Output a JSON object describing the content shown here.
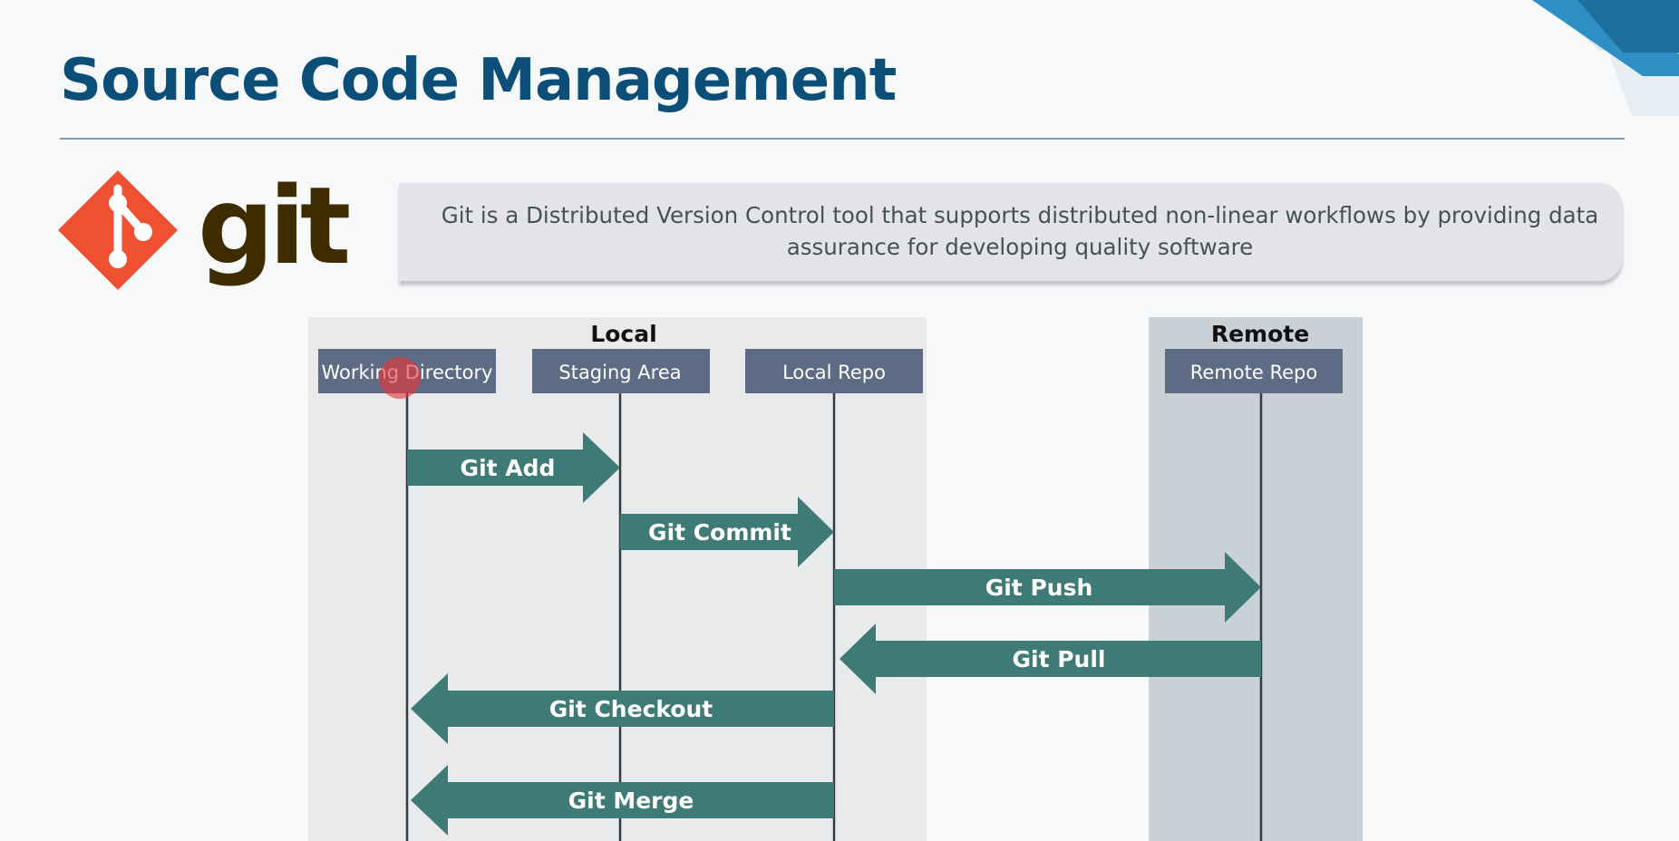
{
  "slide": {
    "title": "Source Code Management",
    "logo_text": "git",
    "description": "Git is a Distributed Version Control tool that supports distributed non-linear workflows by providing data assurance for developing quality software"
  },
  "diagram": {
    "regions": [
      {
        "name": "local-region",
        "label": "Local"
      },
      {
        "name": "remote-region",
        "label": "Remote"
      }
    ],
    "lanes": [
      {
        "name": "lane-working-directory",
        "label": "Working Directory"
      },
      {
        "name": "lane-staging-area",
        "label": "Staging Area"
      },
      {
        "name": "lane-local-repo",
        "label": "Local Repo"
      },
      {
        "name": "lane-remote-repo",
        "label": "Remote Repo"
      }
    ],
    "arrows": [
      {
        "name": "arrow-git-add",
        "label": "Git Add",
        "from": "Working Directory",
        "to": "Staging Area"
      },
      {
        "name": "arrow-git-commit",
        "label": "Git Commit",
        "from": "Staging Area",
        "to": "Local Repo"
      },
      {
        "name": "arrow-git-push",
        "label": "Git Push",
        "from": "Local Repo",
        "to": "Remote Repo"
      },
      {
        "name": "arrow-git-pull",
        "label": "Git Pull",
        "from": "Remote Repo",
        "to": "Local Repo"
      },
      {
        "name": "arrow-git-checkout",
        "label": "Git Checkout",
        "from": "Local Repo",
        "to": "Working Directory"
      },
      {
        "name": "arrow-git-merge",
        "label": "Git Merge",
        "from": "Local Repo",
        "to": "Working Directory"
      }
    ]
  },
  "colors": {
    "title": "#0b4f78",
    "accent": "#2d8fc3",
    "logo_orange": "#f05133",
    "logo_text": "#3e2c00",
    "lane_header": "#5d6b84",
    "arrow": "#3e7b76",
    "local_bg": "#e8eaec",
    "remote_bg": "#c9d1d6"
  }
}
